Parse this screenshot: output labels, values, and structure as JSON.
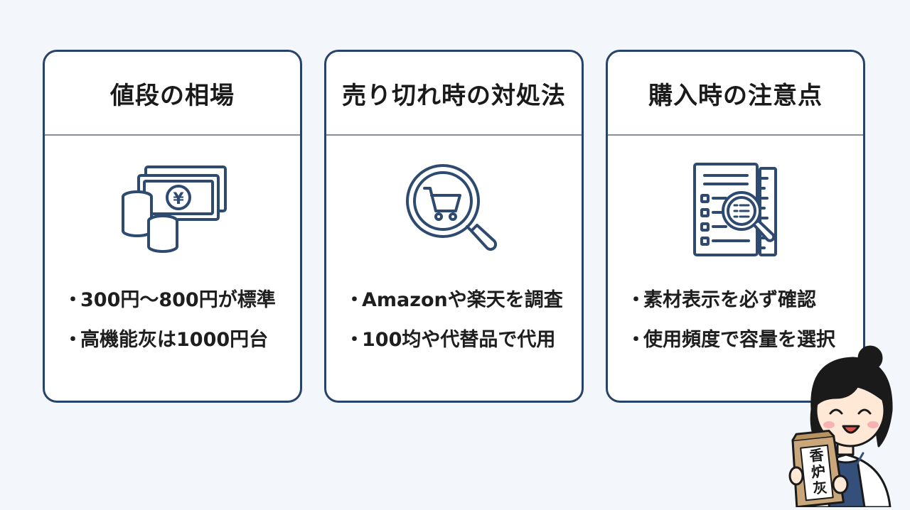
{
  "cards": [
    {
      "title": "値段の相場",
      "icon": "money-coins-icon",
      "bullets": [
        "300円〜800円が標準",
        "高機能灰は1000円台"
      ]
    },
    {
      "title": "売り切れ時の対処法",
      "icon": "magnifier-cart-icon",
      "bullets": [
        "Amazonや楽天を調査",
        "100均や代替品で代用"
      ]
    },
    {
      "title": "購入時の注意点",
      "icon": "document-magnifier-icon",
      "bullets": [
        "素材表示を必ず確認",
        "使用頻度で容量を選択"
      ]
    }
  ],
  "mascot": {
    "bag_label": [
      "香",
      "炉",
      "灰"
    ]
  },
  "colors": {
    "card_border": "#27426b",
    "icon_stroke": "#2e4a70",
    "background": "#f3f7fb",
    "text": "#1e1e1e"
  }
}
